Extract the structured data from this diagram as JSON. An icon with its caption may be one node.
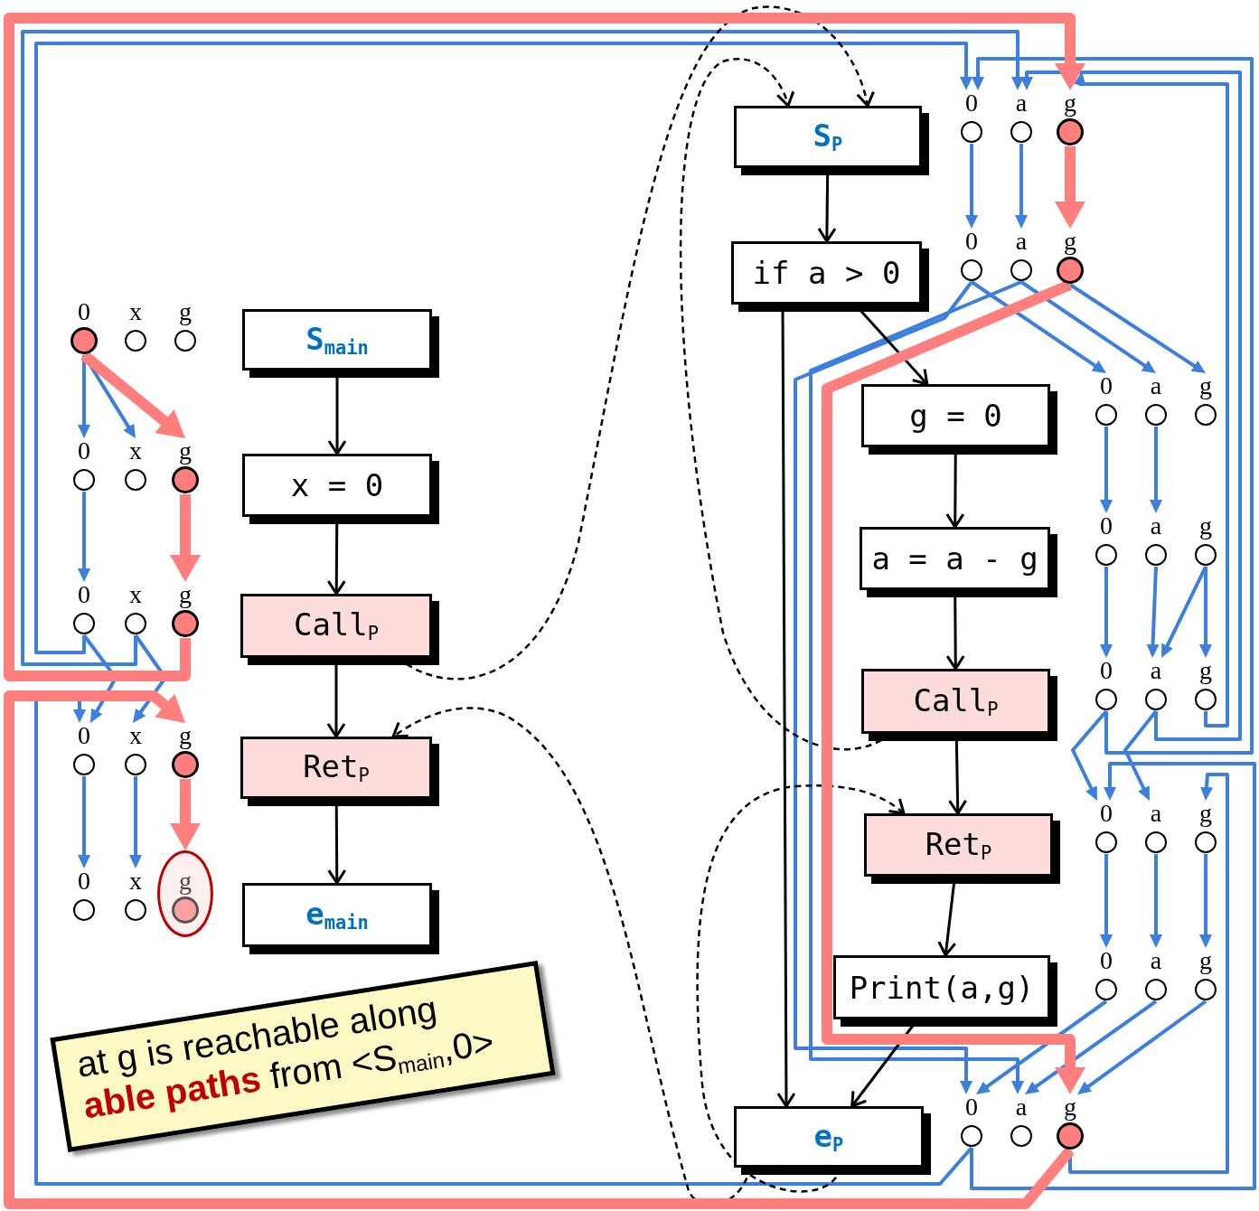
{
  "diagram": {
    "nodes": [
      {
        "text": [
          "S$_{main}$"
        ]
      },
      {
        "text": [
          "x = 0"
        ]
      },
      {
        "text": [
          "Call$_{P}$"
        ]
      },
      {
        "text": [
          "Ret$_{P}$"
        ]
      },
      {
        "text": [
          "e$_{main}$"
        ]
      },
      {
        "text": [
          "S$_{P}$"
        ]
      },
      {
        "text": [
          "if a > 0"
        ]
      },
      {
        "text": [
          "g = 0"
        ]
      },
      {
        "text": [
          "a = a - g"
        ]
      },
      {
        "text": [
          "Call$_{P}$"
        ]
      },
      {
        "text": [
          "Ret$_{P}$"
        ]
      },
      {
        "text": [
          "Print(a,g)"
        ]
      },
      {
        "text": [
          "e$_{P}$"
        ]
      },
      {
        "text": [
          "at g is reachable along **able paths** from <S$_{main}$,0>"
        ]
      },
      {
        "text": [
          "0"
        ]
      },
      {
        "text": [
          "x"
        ]
      },
      {
        "text": [
          "g"
        ]
      },
      {
        "text": [
          "0"
        ]
      },
      {
        "text": [
          "x"
        ]
      },
      {
        "text": [
          "g"
        ]
      },
      {
        "text": [
          "0"
        ]
      },
      {
        "text": [
          "x"
        ]
      },
      {
        "text": [
          "g"
        ]
      },
      {
        "text": [
          "0"
        ]
      },
      {
        "text": [
          "x"
        ]
      },
      {
        "text": [
          "g"
        ]
      },
      {
        "text": [
          "0"
        ]
      },
      {
        "text": [
          "x"
        ]
      },
      {
        "text": [
          "g"
        ]
      },
      {
        "text": [
          "0"
        ]
      },
      {
        "text": [
          "a"
        ]
      },
      {
        "text": [
          "g"
        ]
      },
      {
        "text": [
          "0"
        ]
      },
      {
        "text": [
          "a"
        ]
      },
      {
        "text": [
          "g"
        ]
      },
      {
        "text": [
          "0"
        ]
      },
      {
        "text": [
          "a"
        ]
      },
      {
        "text": [
          "g"
        ]
      },
      {
        "text": [
          "0"
        ]
      },
      {
        "text": [
          "a"
        ]
      },
      {
        "text": [
          "g"
        ]
      },
      {
        "text": [
          "0"
        ]
      },
      {
        "text": [
          "a"
        ]
      },
      {
        "text": [
          "g"
        ]
      },
      {
        "text": [
          "0"
        ]
      },
      {
        "text": [
          "a"
        ]
      },
      {
        "text": [
          "g"
        ]
      },
      {
        "text": [
          "0"
        ]
      },
      {
        "text": [
          "a"
        ]
      },
      {
        "text": [
          "g"
        ]
      },
      {
        "text": [
          "0"
        ]
      },
      {
        "text": [
          "a"
        ]
      },
      {
        "text": [
          "g"
        ]
      }
    ],
    "edges": [
      {
        "from": 0,
        "to": 1,
        "arrow": "to",
        "color": "#000000"
      },
      {
        "from": 1,
        "to": 2,
        "arrow": "to",
        "color": "#000000"
      },
      {
        "from": 2,
        "to": 3,
        "arrow": "to",
        "color": "#000000"
      },
      {
        "from": 3,
        "to": 4,
        "arrow": "to",
        "color": "#000000"
      },
      {
        "from": 5,
        "to": 6,
        "arrow": "to",
        "color": "#000000"
      },
      {
        "from": 6,
        "to": 7,
        "arrow": "to",
        "color": "#000000"
      },
      {
        "from": 7,
        "to": 8,
        "arrow": "to",
        "color": "#000000"
      },
      {
        "from": 8,
        "to": 9,
        "arrow": "to",
        "color": "#000000"
      },
      {
        "from": 9,
        "to": 10,
        "arrow": "to",
        "color": "#000000"
      },
      {
        "from": 10,
        "to": 11,
        "arrow": "to",
        "color": "#000000"
      },
      {
        "from": 11,
        "to": 12,
        "arrow": "to",
        "color": "#000000"
      },
      {
        "from": 6,
        "to": 12,
        "arrow": "to",
        "color": "#000000"
      },
      {
        "from": 2,
        "to": 5,
        "arrow": "to",
        "style": "dashed",
        "color": "#000000"
      },
      {
        "from": 9,
        "to": 5,
        "arrow": "to",
        "style": "dashed",
        "color": "#000000"
      },
      {
        "from": 12,
        "to": 3,
        "arrow": "to",
        "style": "dashed",
        "color": "#000000"
      },
      {
        "from": 12,
        "to": 10,
        "arrow": "to",
        "style": "dashed",
        "color": "#000000"
      },
      {
        "from": 14,
        "to": 17,
        "arrow": "to"
      },
      {
        "from": 14,
        "to": 18,
        "arrow": "to"
      },
      {
        "from": 14,
        "to": 19,
        "arrow": "to",
        "style": "thick",
        "color": "#ff7f7f"
      },
      {
        "from": 17,
        "to": 20,
        "arrow": "to"
      },
      {
        "from": 19,
        "to": 22,
        "arrow": "to",
        "style": "thick",
        "color": "#ff7f7f"
      },
      {
        "from": 20,
        "to": 23,
        "arrow": "to"
      },
      {
        "from": 21,
        "to": 24,
        "arrow": "to"
      },
      {
        "from": 20,
        "to": 29,
        "arrow": "to"
      },
      {
        "from": 21,
        "to": 30,
        "arrow": "to"
      },
      {
        "from": 22,
        "to": 31,
        "arrow": "to",
        "style": "thick",
        "color": "#ff7f7f"
      },
      {
        "from": 23,
        "to": 26,
        "arrow": "to"
      },
      {
        "from": 24,
        "to": 27,
        "arrow": "to"
      },
      {
        "from": 25,
        "to": 28,
        "arrow": "to",
        "style": "thick",
        "color": "#ff7f7f"
      },
      {
        "from": 50,
        "to": 23,
        "arrow": "to"
      },
      {
        "from": 52,
        "to": 25,
        "arrow": "to",
        "style": "thick",
        "color": "#ff7f7f"
      },
      {
        "from": 29,
        "to": 32,
        "arrow": "to"
      },
      {
        "from": 30,
        "to": 33,
        "arrow": "to"
      },
      {
        "from": 31,
        "to": 34,
        "arrow": "to",
        "style": "thick",
        "color": "#ff7f7f"
      },
      {
        "from": 32,
        "to": 35,
        "arrow": "to"
      },
      {
        "from": 33,
        "to": 36,
        "arrow": "to"
      },
      {
        "from": 34,
        "to": 37,
        "arrow": "to"
      },
      {
        "from": 32,
        "to": 50,
        "arrow": "to"
      },
      {
        "from": 33,
        "to": 51,
        "arrow": "to"
      },
      {
        "from": 34,
        "to": 52,
        "arrow": "to",
        "style": "thick",
        "color": "#ff7f7f"
      },
      {
        "from": 35,
        "to": 38,
        "arrow": "to"
      },
      {
        "from": 36,
        "to": 39,
        "arrow": "to"
      },
      {
        "from": 38,
        "to": 41,
        "arrow": "to"
      },
      {
        "from": 39,
        "to": 42,
        "arrow": "to"
      },
      {
        "from": 40,
        "to": 42,
        "arrow": "to"
      },
      {
        "from": 40,
        "to": 43,
        "arrow": "to"
      },
      {
        "from": 41,
        "to": 29,
        "arrow": "to"
      },
      {
        "from": 42,
        "to": 30,
        "arrow": "to"
      },
      {
        "from": 43,
        "to": 31,
        "arrow": "to"
      },
      {
        "from": 41,
        "to": 44,
        "arrow": "to"
      },
      {
        "from": 42,
        "to": 45,
        "arrow": "to"
      },
      {
        "from": 50,
        "to": 44,
        "arrow": "to"
      },
      {
        "from": 52,
        "to": 46,
        "arrow": "to"
      },
      {
        "from": 44,
        "to": 47,
        "arrow": "to"
      },
      {
        "from": 45,
        "to": 48,
        "arrow": "to"
      },
      {
        "from": 46,
        "to": 49,
        "arrow": "to"
      },
      {
        "from": 47,
        "to": 50,
        "arrow": "to"
      },
      {
        "from": 48,
        "to": 51,
        "arrow": "to"
      },
      {
        "from": 49,
        "to": 52,
        "arrow": "to"
      }
    ]
  }
}
